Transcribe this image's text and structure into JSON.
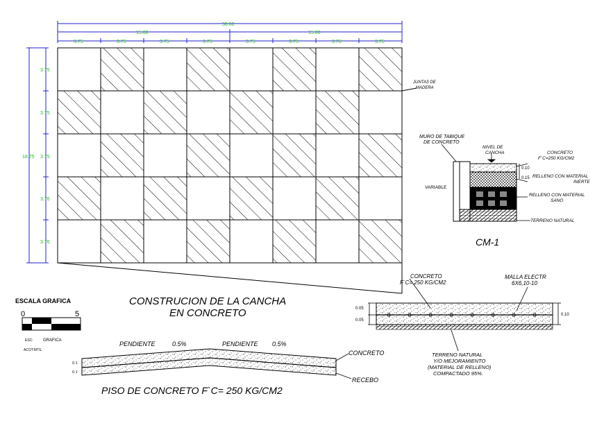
{
  "colors": {
    "dimension_line": "#2222cc",
    "dimension_text": "#22bb22",
    "ink": "#000000"
  },
  "court": {
    "dims_top": {
      "total": "30.00",
      "half_left": "15.00",
      "half_right": "15.00",
      "modules": [
        "3.75",
        "3.75",
        "3.75",
        "3.75",
        "3.75",
        "3.75",
        "3.76",
        "3.75"
      ]
    },
    "dims_left": {
      "total": "18.75",
      "rows": [
        "3.75",
        "3.75",
        "3.75",
        "3.76",
        "3.76"
      ]
    },
    "joint_label_1": "JUNTAS DE",
    "joint_label_2": "MADERA",
    "title_1": "CONSTRUCION DE LA CANCHA",
    "title_2": "EN CONCRETO"
  },
  "scale": {
    "title": "ESCALA GRAFICA",
    "min": "0",
    "max": "5",
    "esc_key": "ESC:",
    "esc_val": "GRAFICA",
    "acot": "ACOT:MTS."
  },
  "cm1": {
    "wall_1": "MURO DE TABIQUE",
    "wall_2": "DE CONCRETO",
    "level_1": "NIVEL DE",
    "level_2": "CANCHA",
    "concrete_1": "CONCRETO",
    "concrete_2": "F`C=250 KG/CM2",
    "fill_inert_1": "RELLENO CON MATERIAL",
    "fill_inert_2": "INERTE",
    "fill_sound_1": "RELLENO CON MATERIAL",
    "fill_sound_2": "SANO",
    "natural": "TERRENO NATURAL",
    "variable": "VARIABLE",
    "dim_a": "0.10",
    "dim_b": "0.15",
    "title": "CM-1"
  },
  "slab": {
    "concrete_1": "CONCRETO",
    "concrete_2": "F`C= 250 KG/CM2",
    "mesh_1": "MALLA ELECTR",
    "mesh_2": "6X6,10-10",
    "dim_top": "0.05",
    "dim_bottom": "0.05",
    "dim_right": "0.10",
    "ground_1": "TERRENO NATURAL",
    "ground_2": "Y/O MEJORAMIENTO",
    "ground_3": "(MATERIAL DE RELLENO)",
    "ground_4": "COMPACTADO 95%."
  },
  "floor": {
    "slope_left_label": "PENDIENTE",
    "slope_left_val": "0.5%",
    "slope_right_label": "PENDIENTE",
    "slope_right_val": "0.5%",
    "concrete": "CONCRETO",
    "base": "RECEBO",
    "dim_a": "0.1",
    "dim_b": "0.1",
    "title": "PISO DE CONCRETO F`C= 250 KG/CM2"
  }
}
